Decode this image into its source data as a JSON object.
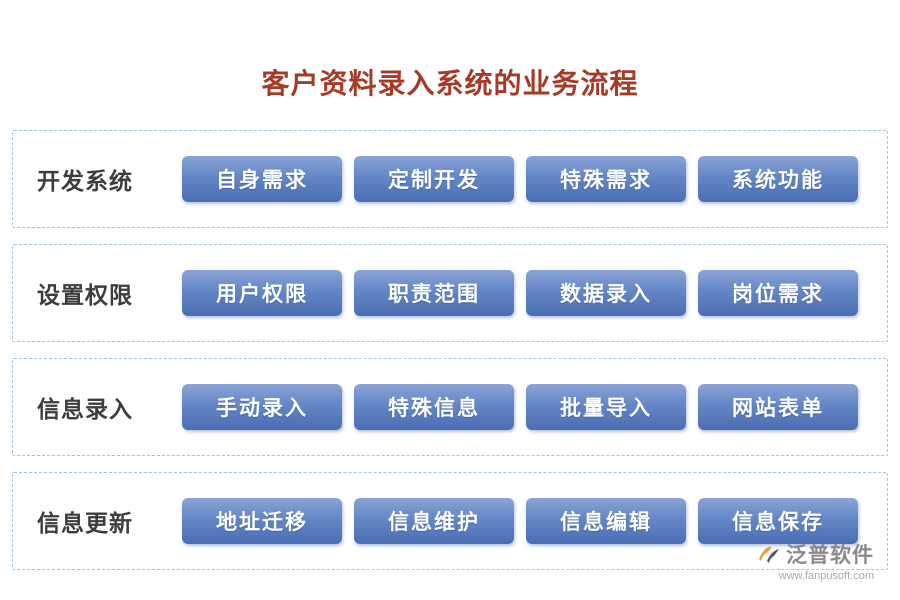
{
  "title": "客户资料录入系统的业务流程",
  "rows": [
    {
      "label": "开发系统",
      "items": [
        "自身需求",
        "定制开发",
        "特殊需求",
        "系统功能"
      ]
    },
    {
      "label": "设置权限",
      "items": [
        "用户权限",
        "职责范围",
        "数据录入",
        "岗位需求"
      ]
    },
    {
      "label": "信息录入",
      "items": [
        "手动录入",
        "特殊信息",
        "批量导入",
        "网站表单"
      ]
    },
    {
      "label": "信息更新",
      "items": [
        "地址迁移",
        "信息维护",
        "信息编辑",
        "信息保存"
      ]
    }
  ],
  "footer": {
    "brand": "泛普软件",
    "url": "www.fanpusoft.com"
  },
  "colors": {
    "title": "#a63a26",
    "button_gradient_top": "#8aa4d6",
    "button_gradient_bottom": "#4a6eb4",
    "dashed_border": "#9ec4e6",
    "row_label": "#3d3d3d",
    "logo_orange": "#e8a33d",
    "logo_dark": "#5a5a66"
  }
}
